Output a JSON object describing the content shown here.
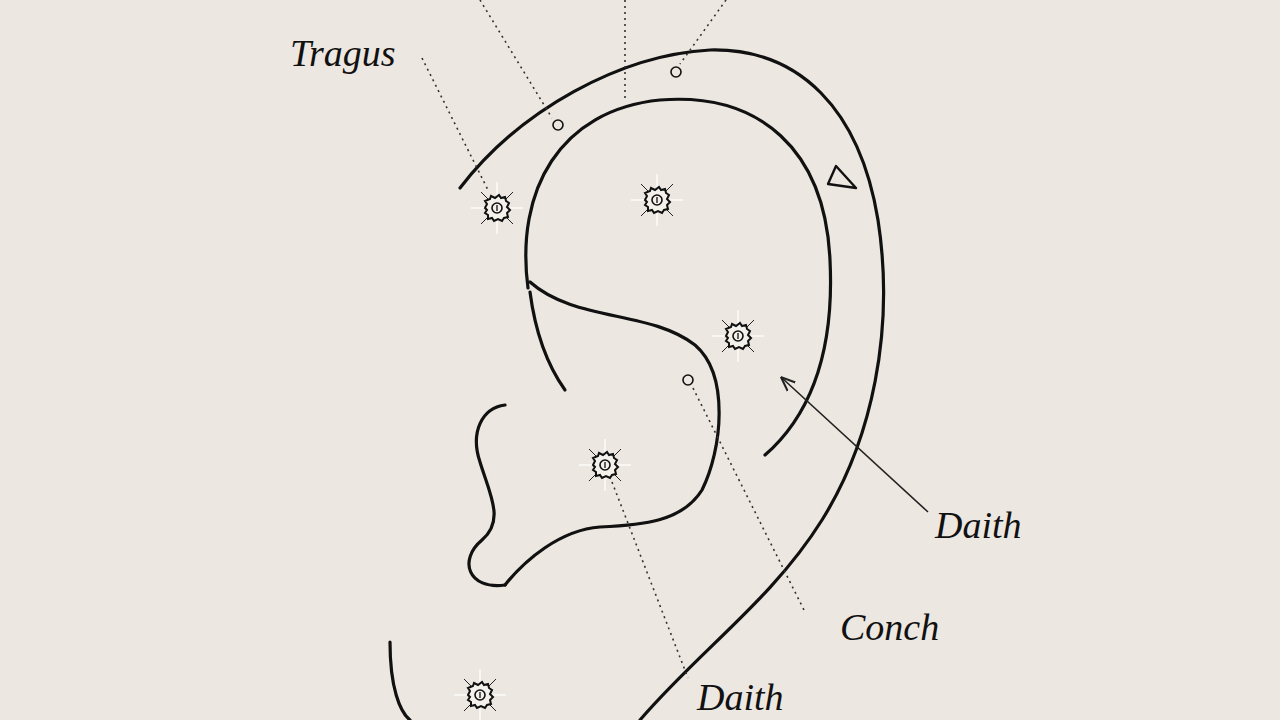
{
  "diagram": {
    "labels": [
      "Tragus",
      "Daith",
      "Conch",
      "Daith"
    ]
  }
}
